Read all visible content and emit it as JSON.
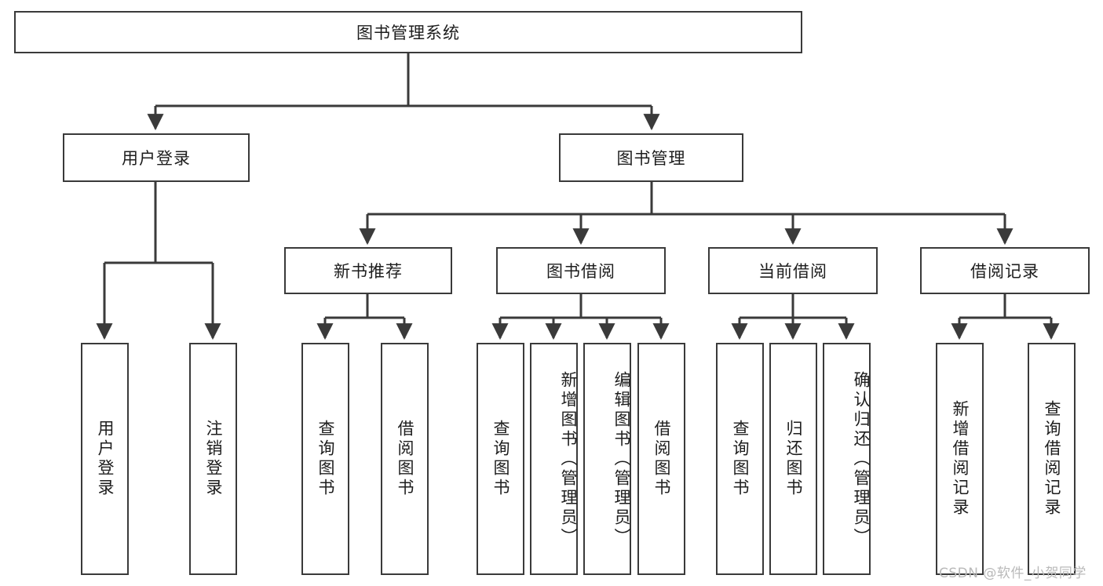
{
  "diagram": {
    "type": "tree-hierarchy",
    "title": "图书管理系统",
    "root": {
      "label": "图书管理系统"
    },
    "level2": [
      {
        "id": "user-login",
        "label": "用户登录"
      },
      {
        "id": "book-manage",
        "label": "图书管理"
      }
    ],
    "level3": [
      {
        "id": "new-book-recommend",
        "label": "新书推荐",
        "parent": "book-manage"
      },
      {
        "id": "book-borrow",
        "label": "图书借阅",
        "parent": "book-manage"
      },
      {
        "id": "current-borrow",
        "label": "当前借阅",
        "parent": "book-manage"
      },
      {
        "id": "borrow-record",
        "label": "借阅记录",
        "parent": "book-manage"
      }
    ],
    "leaves": [
      {
        "id": "leaf-user-login",
        "label": "用户登录",
        "parent": "user-login"
      },
      {
        "id": "leaf-user-logout",
        "label": "注销登录",
        "parent": "user-login"
      },
      {
        "id": "leaf-query-book-1",
        "label": "查询图书",
        "parent": "new-book-recommend"
      },
      {
        "id": "leaf-borrow-book-1",
        "label": "借阅图书",
        "parent": "new-book-recommend"
      },
      {
        "id": "leaf-query-book-2",
        "label": "查询图书",
        "parent": "book-borrow"
      },
      {
        "id": "leaf-add-book",
        "label": "新增图书（管理员）",
        "parent": "book-borrow"
      },
      {
        "id": "leaf-edit-book",
        "label": "编辑图书（管理员）",
        "parent": "book-borrow"
      },
      {
        "id": "leaf-borrow-book-2",
        "label": "借阅图书",
        "parent": "book-borrow"
      },
      {
        "id": "leaf-query-book-3",
        "label": "查询图书",
        "parent": "current-borrow"
      },
      {
        "id": "leaf-return-book",
        "label": "归还图书",
        "parent": "current-borrow"
      },
      {
        "id": "leaf-confirm-return",
        "label": "确认归还（管理员）",
        "parent": "current-borrow"
      },
      {
        "id": "leaf-add-record",
        "label": "新增借阅记录",
        "parent": "borrow-record"
      },
      {
        "id": "leaf-query-record",
        "label": "查询借阅记录",
        "parent": "borrow-record"
      }
    ],
    "watermark": "CSDN @软件_小贺同学",
    "colors": {
      "stroke": "#3a3a3a",
      "fill": "#ffffff",
      "text": "#1d1d1d",
      "watermark": "#b9b9b9"
    }
  }
}
